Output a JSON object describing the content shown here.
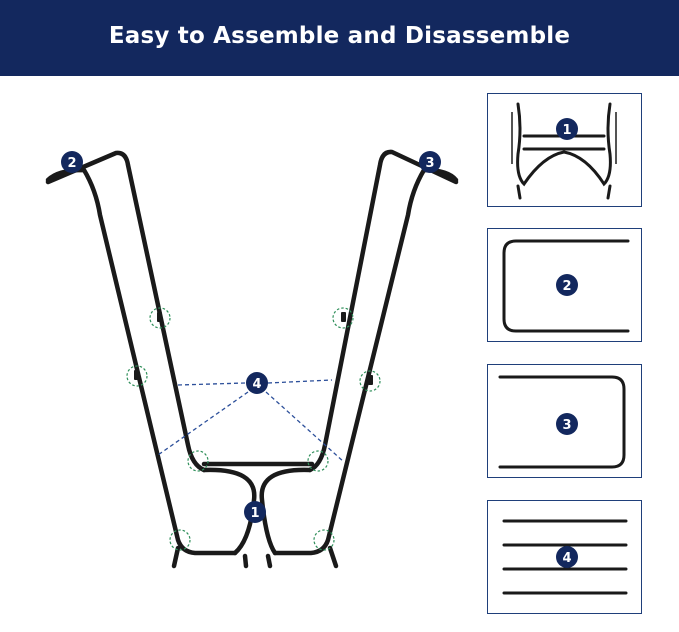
{
  "header": {
    "title": "Easy to Assemble and Disassemble",
    "background_color": "#13285e",
    "text_color": "#ffffff"
  },
  "badges": {
    "one": "1",
    "two": "2",
    "three": "3",
    "four": "4",
    "color": "#13285e"
  },
  "panels": [
    {
      "label": "1",
      "part": "base-frame"
    },
    {
      "label": "2",
      "part": "left-handle-frame"
    },
    {
      "label": "3",
      "part": "right-handle-frame"
    },
    {
      "label": "4",
      "part": "connecting-rods"
    }
  ],
  "colors": {
    "frame": "#1a1a1a",
    "panel_border": "#1f3f7a",
    "joint_marker": "#2f8f5a",
    "dashed_line": "#2c4f9a"
  }
}
